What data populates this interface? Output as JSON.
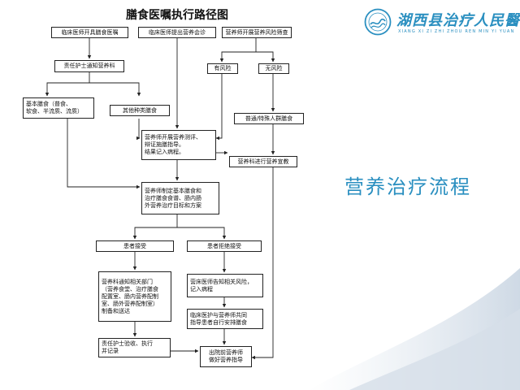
{
  "flowchart": {
    "title": "膳食医嘱执行路径图",
    "nodes": {
      "doctor_order": "临床医师开具膳食医嘱",
      "doctor_consult": "临床医师提出营养会诊",
      "risk_screen": "营养师开展营养风险筛查",
      "nurse_notify": "责任护士通知营养科",
      "has_risk": "有风险",
      "no_risk": "无风险",
      "basic_diet": "基本膳食（普食、\n软食、半流质、流质）",
      "other_diet": "其他种类膳食",
      "normal_diet": "普通/特殊人群膳食",
      "assess": "营养师开展营养测评、\n辩证施膳指导。\n结果记入病程。",
      "survey": "营养科进行营养宣教",
      "plan": "营养师制定基本膳食和\n治疗膳食食谱、肠内肠\n外营养治疗目标和方案",
      "accept": "患者接受",
      "refuse": "患者拒绝接受",
      "notify_dept": "营养科通知相关部门\n（营养食堂、治疗膳食\n配置室、肠内营养配制\n室、肠外营养配制室）\n制备和送达",
      "inform_risk": "营床医师告知相关风险，\n记入病程",
      "guide_self": "临床医护与营养师共同\n指导患者自行安排膳食",
      "nurse_check": "责任护士验收、执行\n并记录",
      "discharge": "出院前营养师\n做好营养指导"
    }
  },
  "logo": {
    "name": "湖西县治疗人民醫院",
    "pinyin": "XIANG XI ZI ZHI ZHOU REN MIN YI YUAN"
  },
  "side_title": "营养治疗流程",
  "colors": {
    "accent": "#2a8fc0",
    "line": "#222222"
  }
}
